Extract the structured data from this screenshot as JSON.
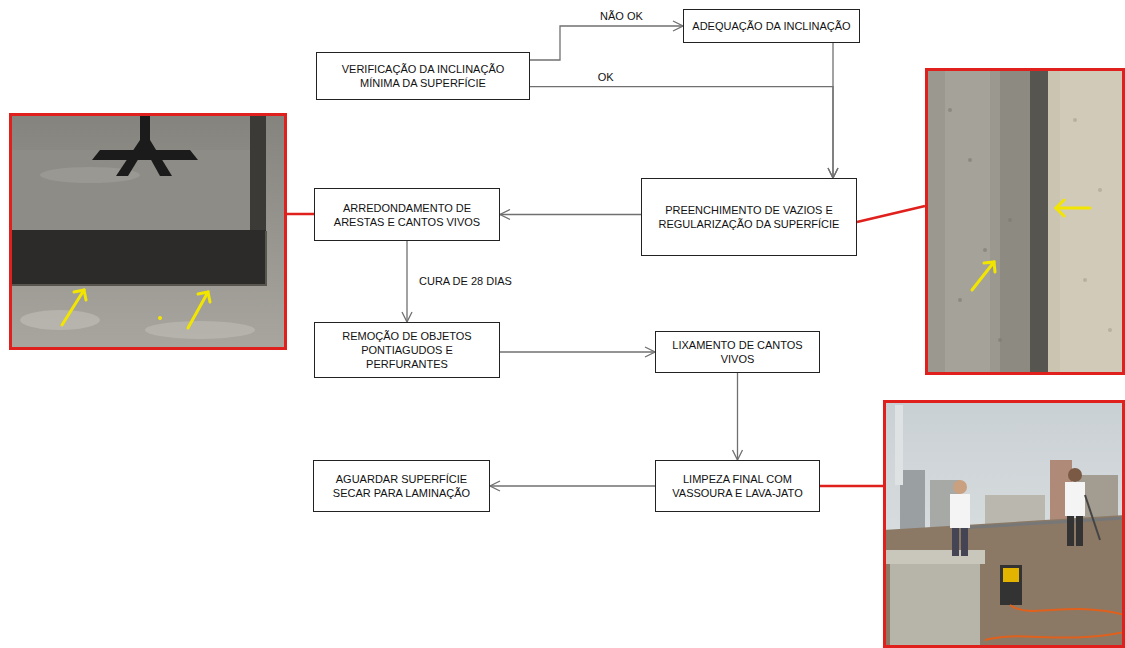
{
  "diagram": {
    "nodes": [
      {
        "text": [
          "VERIFICAÇÃO DA INCLINAÇÃO MÍNIMA DA SUPERFÍCIE"
        ]
      },
      {
        "text": [
          "ADEQUAÇÃO DA INCLINAÇÃO"
        ]
      },
      {
        "text": [
          "PREENCHIMENTO DE VAZIOS E REGULARIZAÇÃO DA SUPERFÍCIE"
        ]
      },
      {
        "text": [
          "ARREDONDAMENTO DE ARESTAS E CANTOS VIVOS"
        ]
      },
      {
        "text": [
          "REMOÇÃO DE OBJETOS PONTIAGUDOS E PERFURANTES"
        ]
      },
      {
        "text": [
          "LIXAMENTO DE CANTOS VIVOS"
        ]
      },
      {
        "text": [
          "LIMPEZA FINAL COM VASSOURA E LAVA-JATO"
        ]
      },
      {
        "text": [
          "AGUARDAR SUPERFÍCIE SECAR PARA LAMINAÇÃO"
        ]
      }
    ],
    "edges": [
      {
        "from": 0,
        "to": 1,
        "label": "NÃO OK",
        "arrow": "to"
      },
      {
        "from": 1,
        "to": 2,
        "arrow": "to"
      },
      {
        "from": 0,
        "to": 2,
        "label": "OK",
        "arrow": "to"
      },
      {
        "from": 2,
        "to": 3,
        "arrow": "to"
      },
      {
        "from": 3,
        "to": 4,
        "label": "CURA DE 28 DIAS",
        "arrow": "to"
      },
      {
        "from": 4,
        "to": 5,
        "arrow": "to"
      },
      {
        "from": 5,
        "to": 6,
        "arrow": "to"
      },
      {
        "from": 6,
        "to": 7,
        "arrow": "to"
      }
    ]
  }
}
